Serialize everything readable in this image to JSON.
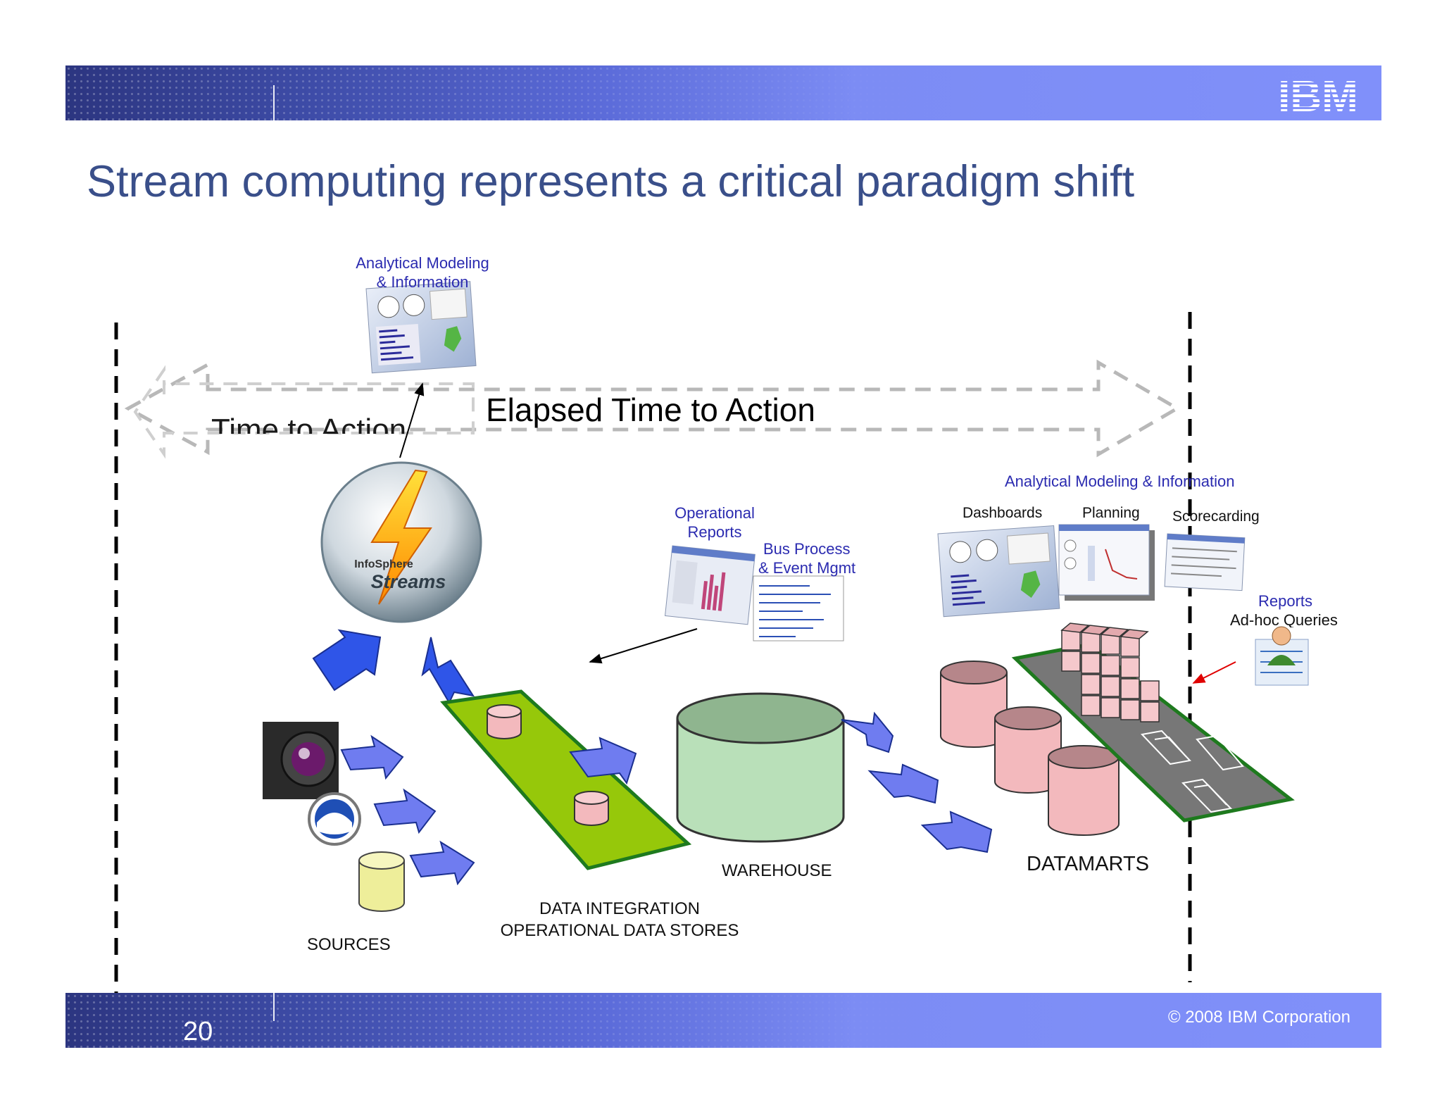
{
  "slide": {
    "title": "Stream computing represents a critical paradigm shift",
    "number": "20",
    "copyright": "© 2008 IBM Corporation",
    "logo_text": "IBM"
  },
  "diagram": {
    "elapsed_time_label": "Elapsed Time to Action",
    "partial_hidden_label": "Time to Action",
    "streams_logo_line1": "InfoSphere",
    "streams_logo_line2": "Streams",
    "top_analytical_modeling_line1": "Analytical Modeling",
    "top_analytical_modeling_line2": "& Information",
    "right_analytical_modeling": "Analytical Modeling & Information",
    "dashboards": "Dashboards",
    "planning": "Planning",
    "scorecarding": "Scorecarding",
    "operational_reports_line1": "Operational",
    "operational_reports_line2": "Reports",
    "bus_process_line1": "Bus Process",
    "bus_process_line2": "& Event Mgmt",
    "reports": "Reports",
    "adhoc_queries": "Ad-hoc Queries",
    "sources": "SOURCES",
    "data_integration_line1": "DATA INTEGRATION",
    "data_integration_line2": "OPERATIONAL DATA STORES",
    "warehouse": "WAREHOUSE",
    "datamarts": "DATAMARTS"
  },
  "colors": {
    "title": "#3a4f8a",
    "blue_label": "#2b2bb0",
    "arrow_dark_blue": "#2f55e8",
    "arrow_light_blue": "#6f7cf0",
    "platform_green": "#96c80a",
    "warehouse_green": "#b9e0b9",
    "datamart_pink": "#f3b9bd",
    "source_yellow": "#eeee9a"
  }
}
